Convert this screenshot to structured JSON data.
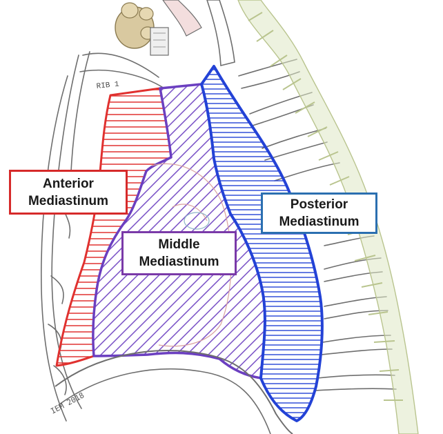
{
  "diagram": {
    "labels": {
      "anterior": "Anterior\nMediastinum",
      "middle": "Middle\nMediastinum",
      "posterior": "Posterior\nMediastinum"
    },
    "rib_label": "RIB 1",
    "signature": "IEM 2018",
    "colors": {
      "anterior": "#e0312f",
      "middle": "#6b3fc0",
      "posterior": "#2342d6",
      "sketch_line": "#6e6e6e",
      "spine": "#dfe8c4",
      "airway_knob": "#d9c9a0"
    }
  }
}
